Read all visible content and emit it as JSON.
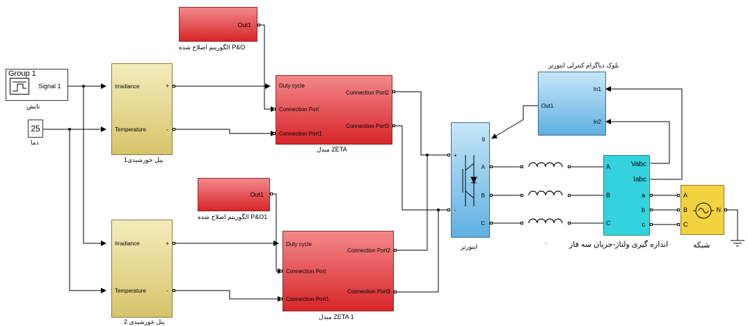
{
  "signal_builder": {
    "group": "Group 1",
    "signal": "Signal 1",
    "caption": "تابش"
  },
  "temperature_constant": {
    "value": "25",
    "caption": "دما"
  },
  "po_block_top": {
    "port": "Out1",
    "caption": "الگوریتم اصلاح شده P&O"
  },
  "po_block_bottom": {
    "port": "Out1",
    "caption": "الگوریتم اصلاح شده P&O1"
  },
  "solar_panel_top": {
    "in1": "Irradiance",
    "in2": "Temperature",
    "out1": "+",
    "out2": "-",
    "caption": "پنل خورشیدی1"
  },
  "solar_panel_bottom": {
    "in1": "Irradiance",
    "in2": "Temperature",
    "out1": "+",
    "out2": "-",
    "caption": "پنل خورشیدی 2"
  },
  "zeta_top": {
    "in1": "Duty cycle",
    "in2": "Connection Port",
    "in3": "Connection Port1",
    "out1": "Connection Port2",
    "out2": "Connection Port3",
    "caption": "مبدل ZETA"
  },
  "zeta_bottom": {
    "in1": "Duty cycle",
    "in2": "Connection Port",
    "in3": "Connection Port1",
    "out1": "Connection Port2",
    "out2": "Connection Port3",
    "caption": "مبدل ZETA 1"
  },
  "inverter_control": {
    "out1": "Out1",
    "in1": "In1",
    "in2": "In2",
    "caption": "بلوک دیاگرام کنترلی اینورتر"
  },
  "inverter": {
    "g": "g",
    "plus": "+",
    "minus": "-",
    "a": "A",
    "b": "B",
    "c": "C",
    "caption": "اینورتر"
  },
  "inductors": {
    "dot": "·"
  },
  "measurement": {
    "A": "A",
    "B": "B",
    "C": "C",
    "vabc": "Vabc",
    "iabc": "Iabc",
    "a": "a",
    "b": "b",
    "c": "c",
    "caption": "اندازه گیری ولتاژ-جریان سه فاز"
  },
  "grid": {
    "A": "A",
    "B": "B",
    "C": "C",
    "N": "N",
    "caption": "شبکه"
  }
}
